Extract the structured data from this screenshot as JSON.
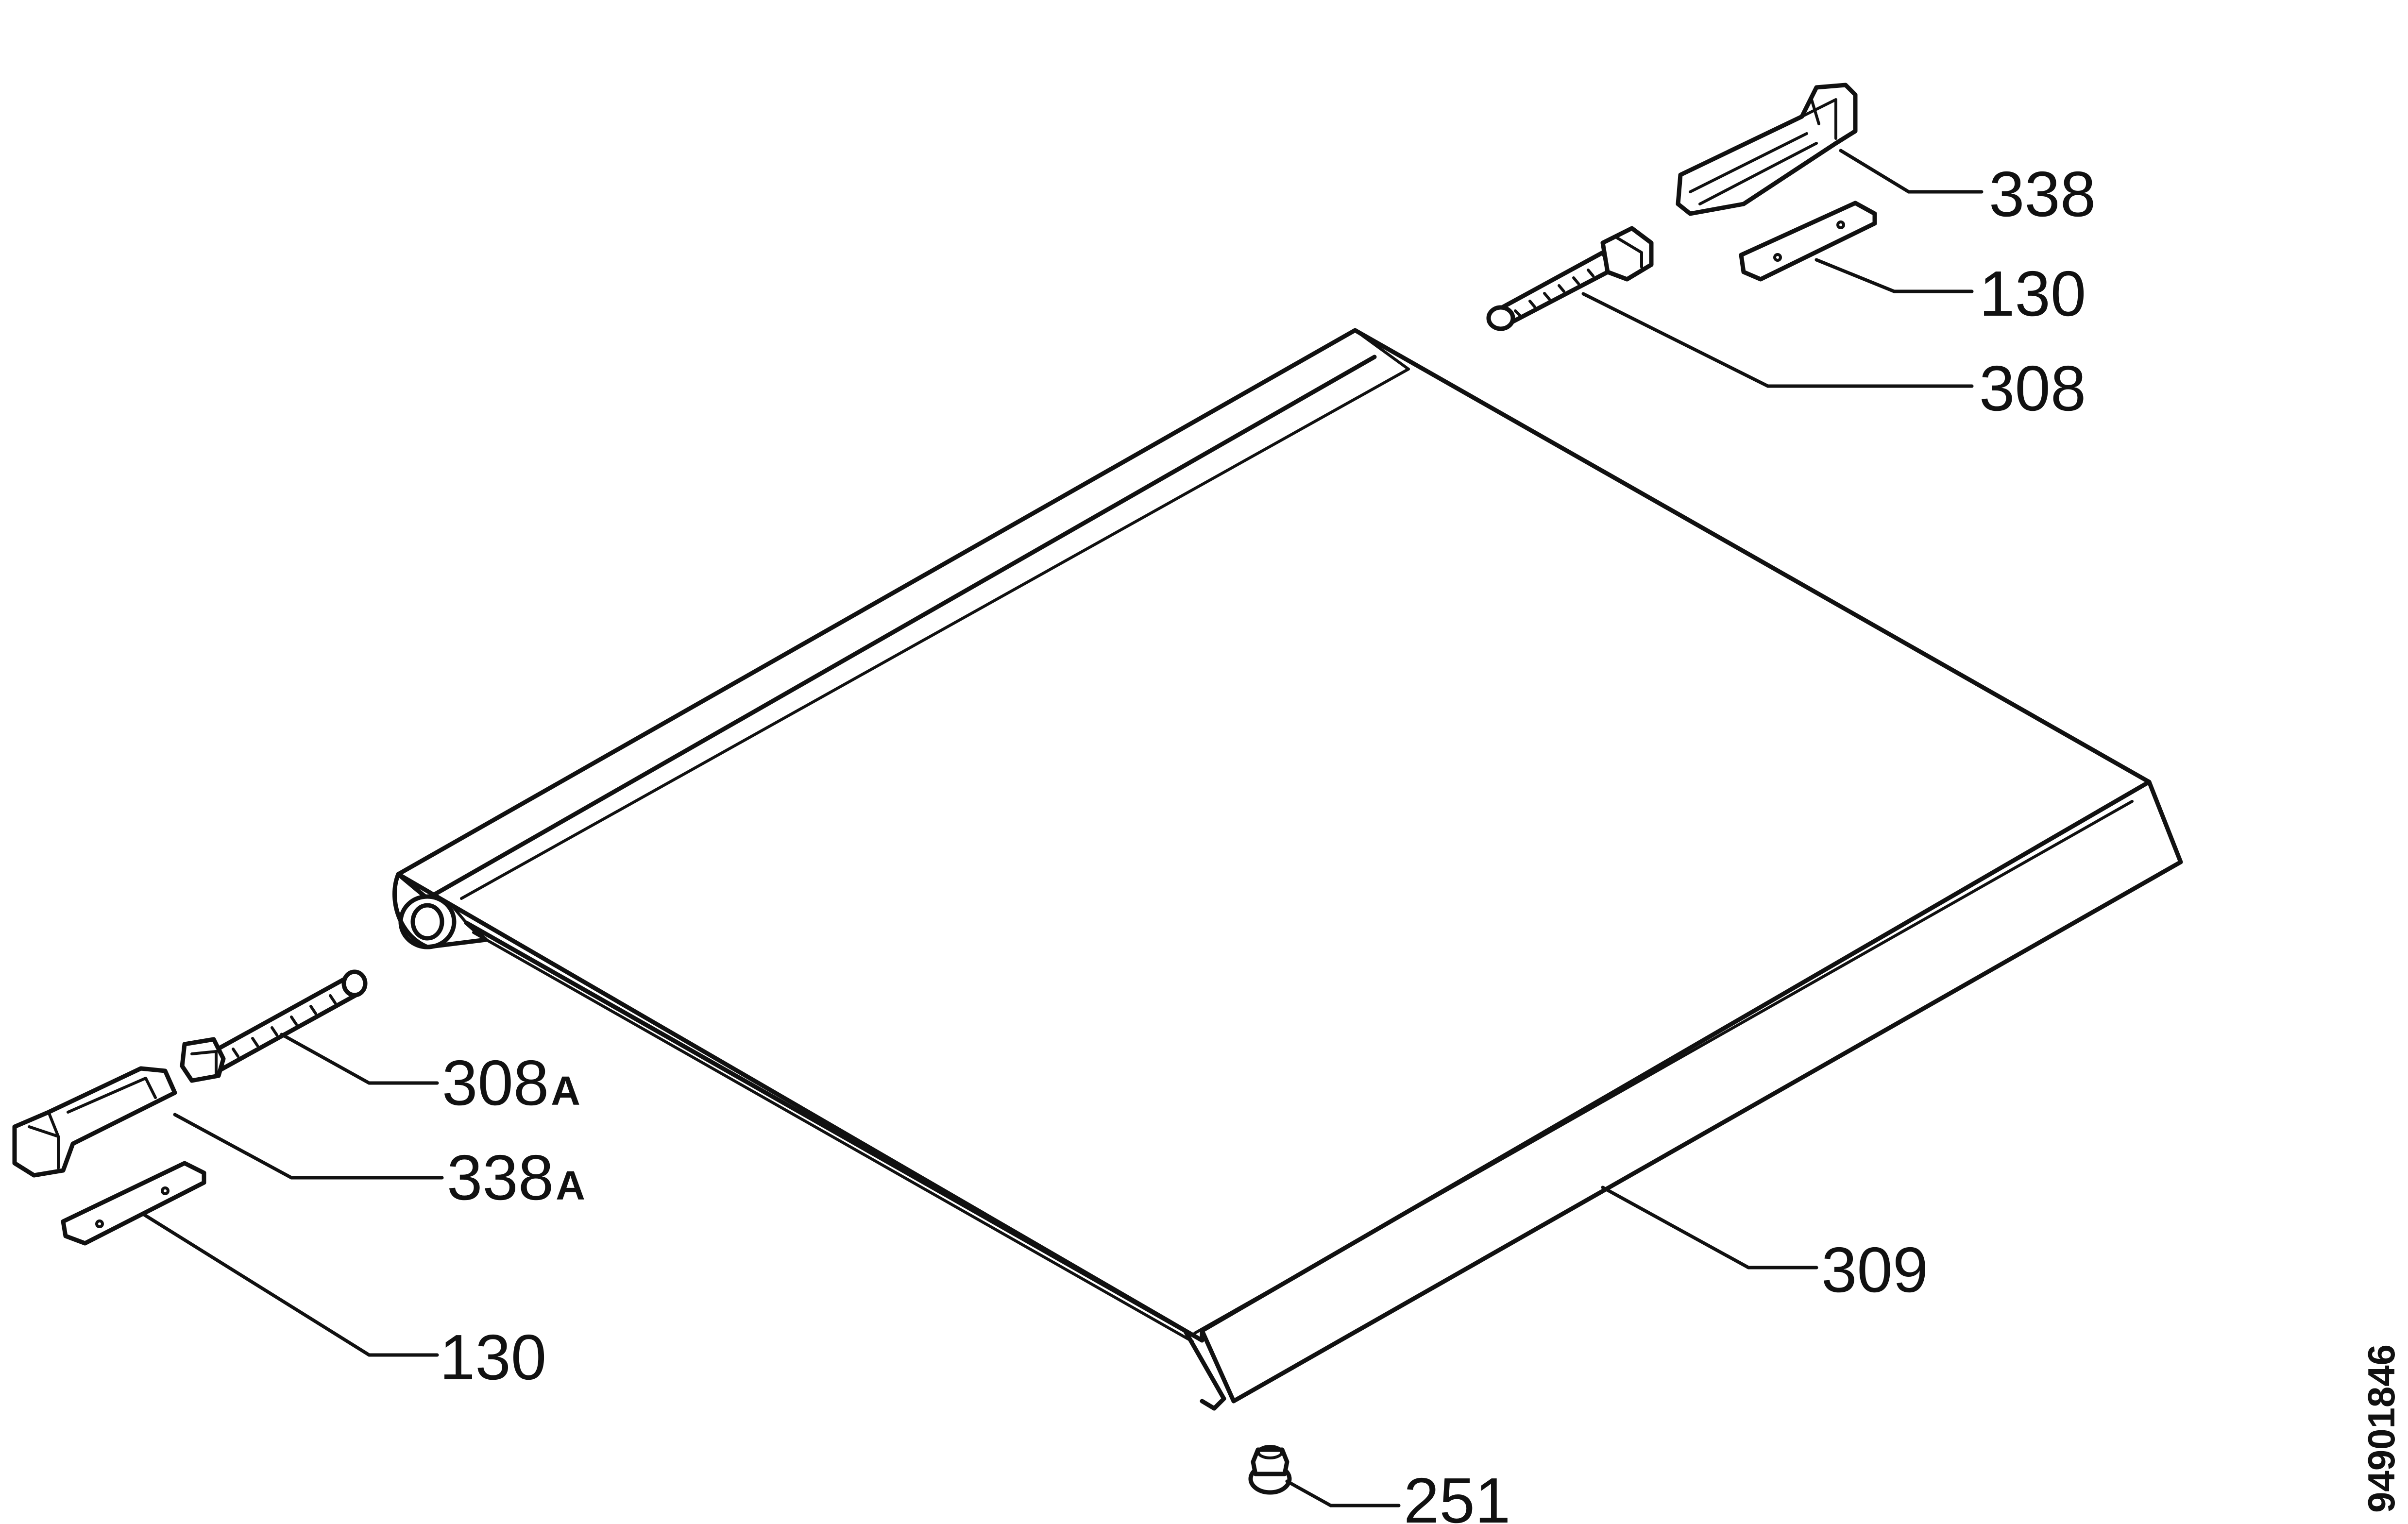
{
  "callouts": [
    {
      "id": "lbl-338",
      "number": "338",
      "suffix": "",
      "description": "hinge bracket, upper right"
    },
    {
      "id": "lbl-130-top",
      "number": "130",
      "suffix": "",
      "description": "mounting plate, upper right"
    },
    {
      "id": "lbl-308",
      "number": "308",
      "suffix": "",
      "description": "hinge pin, upper right"
    },
    {
      "id": "lbl-308a",
      "number": "308",
      "suffix": "A",
      "description": "hinge pin, lower left"
    },
    {
      "id": "lbl-338a",
      "number": "338",
      "suffix": "A",
      "description": "hinge bracket, lower left"
    },
    {
      "id": "lbl-130-bottom",
      "number": "130",
      "suffix": "",
      "description": "mounting plate, lower left"
    },
    {
      "id": "lbl-309",
      "number": "309",
      "suffix": "",
      "description": "lid / cover panel"
    },
    {
      "id": "lbl-251",
      "number": "251",
      "suffix": "",
      "description": "rubber buffer"
    }
  ],
  "document_number": "94901846",
  "colors": {
    "ink": "#111111",
    "paper": "#ffffff"
  }
}
